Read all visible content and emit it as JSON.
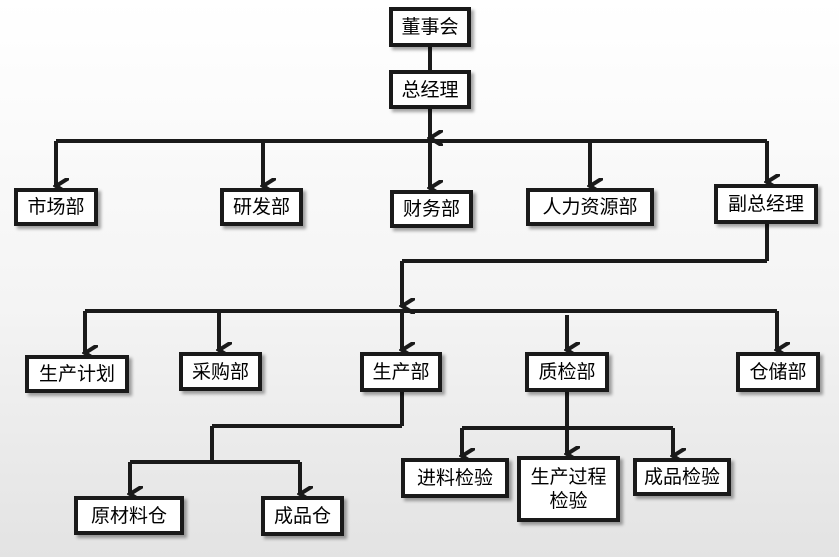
{
  "org_chart": {
    "board": "董事会",
    "general_manager": "总经理",
    "departments": [
      "市场部",
      "研发部",
      "财务部",
      "人力资源部",
      "副总经理"
    ],
    "deputy_units": [
      "生产计划",
      "采购部",
      "生产部",
      "质检部",
      "仓储部"
    ],
    "production_units": [
      "原材料仓",
      "成品仓"
    ],
    "qc_units": [
      "进料检验",
      "生产过程",
      "检验",
      "成品检验"
    ]
  },
  "colors": {
    "line": "#1a1a1a",
    "box_bg": "#ffffff"
  }
}
